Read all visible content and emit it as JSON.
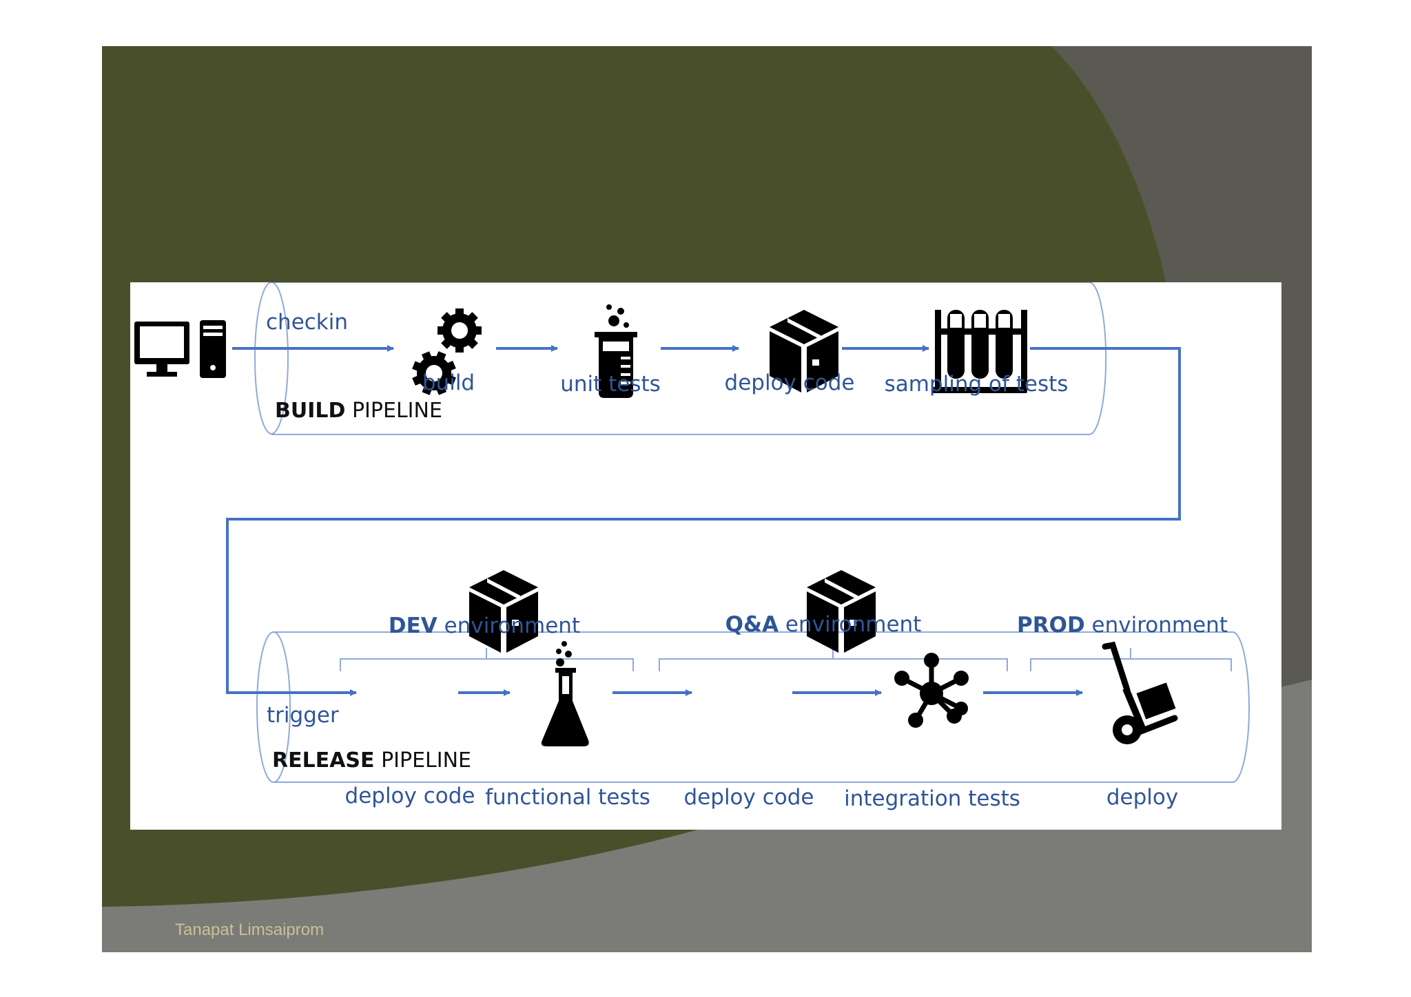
{
  "slide": {
    "author": "Tanapat Limsaiprom",
    "colors": {
      "olive": "#4a4f2b",
      "gray_dark": "#5a5a52",
      "gray_light": "#7b7b77",
      "accent_blue": "#4472c4",
      "label_blue": "#2f5597"
    }
  },
  "build_pipeline": {
    "title_bold": "BUILD",
    "title_rest": " PIPELINE",
    "steps": [
      {
        "label": "checkin",
        "icon": "desktop-computer-icon"
      },
      {
        "label": "build",
        "icon": "gears-icon"
      },
      {
        "label": "unit tests",
        "icon": "beaker-icon"
      },
      {
        "label": "deploy code",
        "icon": "package-box-icon"
      },
      {
        "label": "sampling of tests",
        "icon": "test-tubes-icon"
      }
    ]
  },
  "release_pipeline": {
    "title_bold": "RELEASE",
    "title_rest": " PIPELINE",
    "steps": [
      {
        "label": "trigger"
      },
      {
        "label": "deploy code",
        "icon": "package-box-icon"
      },
      {
        "label": "functional tests",
        "icon": "flask-icon"
      },
      {
        "label": "deploy code",
        "icon": "package-box-icon"
      },
      {
        "label": "integration tests",
        "icon": "network-hub-icon"
      },
      {
        "label": "deploy",
        "icon": "hand-truck-icon"
      }
    ],
    "environments": [
      {
        "bold": "DEV",
        "rest": " environment"
      },
      {
        "bold": "Q&A",
        "rest": " environment"
      },
      {
        "bold": "PROD",
        "rest": " environment"
      }
    ]
  }
}
